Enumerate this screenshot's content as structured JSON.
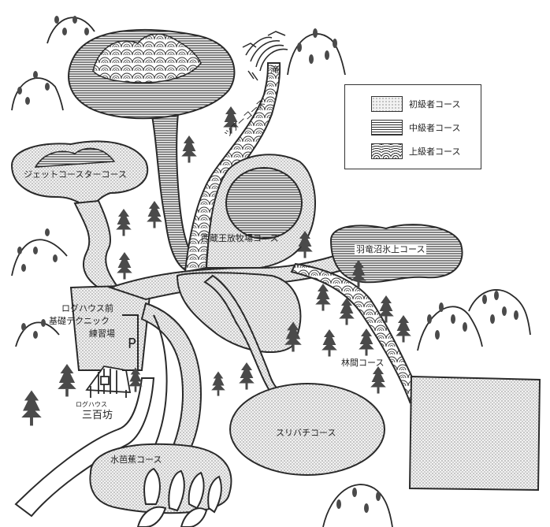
{
  "map": {
    "legend": {
      "items": [
        {
          "key": "beginner",
          "label": "初級者コース",
          "pattern": "dots"
        },
        {
          "key": "intermediate",
          "label": "中級者コース",
          "pattern": "stripes"
        },
        {
          "key": "advanced",
          "label": "上級者コース",
          "pattern": "waves"
        }
      ]
    },
    "labels": {
      "jet_coaster": "ジェットコースターコース",
      "tour": "ツアーコース",
      "waterfall": "滝",
      "nishizao": "西蔵王放牧場コース",
      "haryu": "羽竜沼氷上コース",
      "loghouse_front_1": "ログハウス前",
      "loghouse_front_2": "基礎テクニック",
      "loghouse_front_3": "練習場",
      "parking": "P",
      "loghouse_small": "ログハウス",
      "loghouse_name": "三百坊",
      "rinkan": "林間コース",
      "suribachi": "スリバチコース",
      "mizubasho": "水芭蕉コース"
    },
    "colors": {
      "ink": "#2a2a2a",
      "tree": "#4a4a4a",
      "paper": "#ffffff"
    }
  }
}
